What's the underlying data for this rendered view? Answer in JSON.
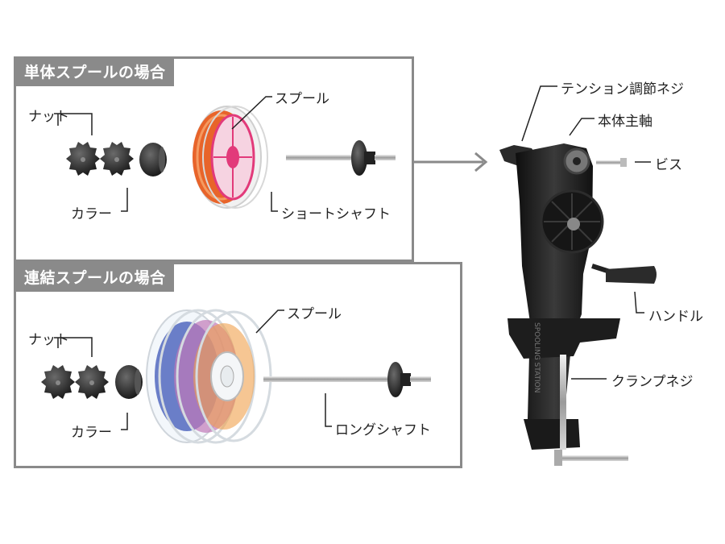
{
  "single_panel": {
    "title": "単体スプールの場合",
    "labels": {
      "nut": "ナット",
      "collar": "カラー",
      "spool": "スプール",
      "short_shaft": "ショートシャフト"
    }
  },
  "linked_panel": {
    "title": "連結スプールの場合",
    "labels": {
      "nut": "ナット",
      "collar": "カラー",
      "spool": "スプール",
      "long_shaft": "ロングシャフト"
    }
  },
  "main_unit": {
    "labels": {
      "tension_screw": "テンション調節ネジ",
      "main_shaft": "本体主軸",
      "screw": "ビス",
      "handle": "ハンドル",
      "clamp_screw": "クランプネジ"
    },
    "body_text": "SPOOLING STATION"
  },
  "colors": {
    "panel_border": "#8a8a8a",
    "orange_line": "#e8642a",
    "pink_hub": "#e23a7a",
    "body": "#1c1c1c"
  }
}
